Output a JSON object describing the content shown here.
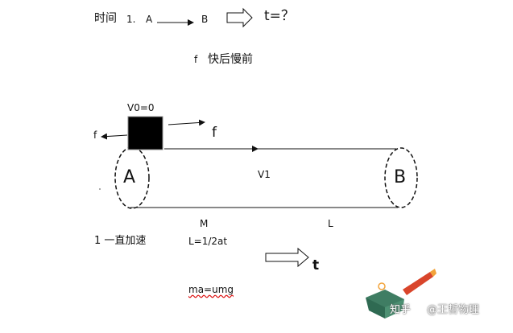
{
  "top": {
    "time_label": "时间",
    "step": "1.",
    "a": "A",
    "b": "B",
    "t_question": "t=？"
  },
  "friction_note": {
    "f": "f",
    "text": "快后慢前"
  },
  "belt": {
    "v0": "V0=0",
    "f_left": "f",
    "f_right": "f",
    "end_a": "A",
    "end_b": "B",
    "v1": "V1",
    "m": "M",
    "l": "L"
  },
  "notes": {
    "accel": "1 一直加速",
    "formula_l": "L=1/2at",
    "t": "t",
    "formula_ma": "ma=umg"
  },
  "watermark": {
    "site": "知乎",
    "author": "@王哲物理"
  },
  "colors": {
    "ink": "#111111",
    "logo_green": "#3f7d63",
    "logo_red": "#d9452b",
    "logo_orange": "#f2a33a"
  }
}
